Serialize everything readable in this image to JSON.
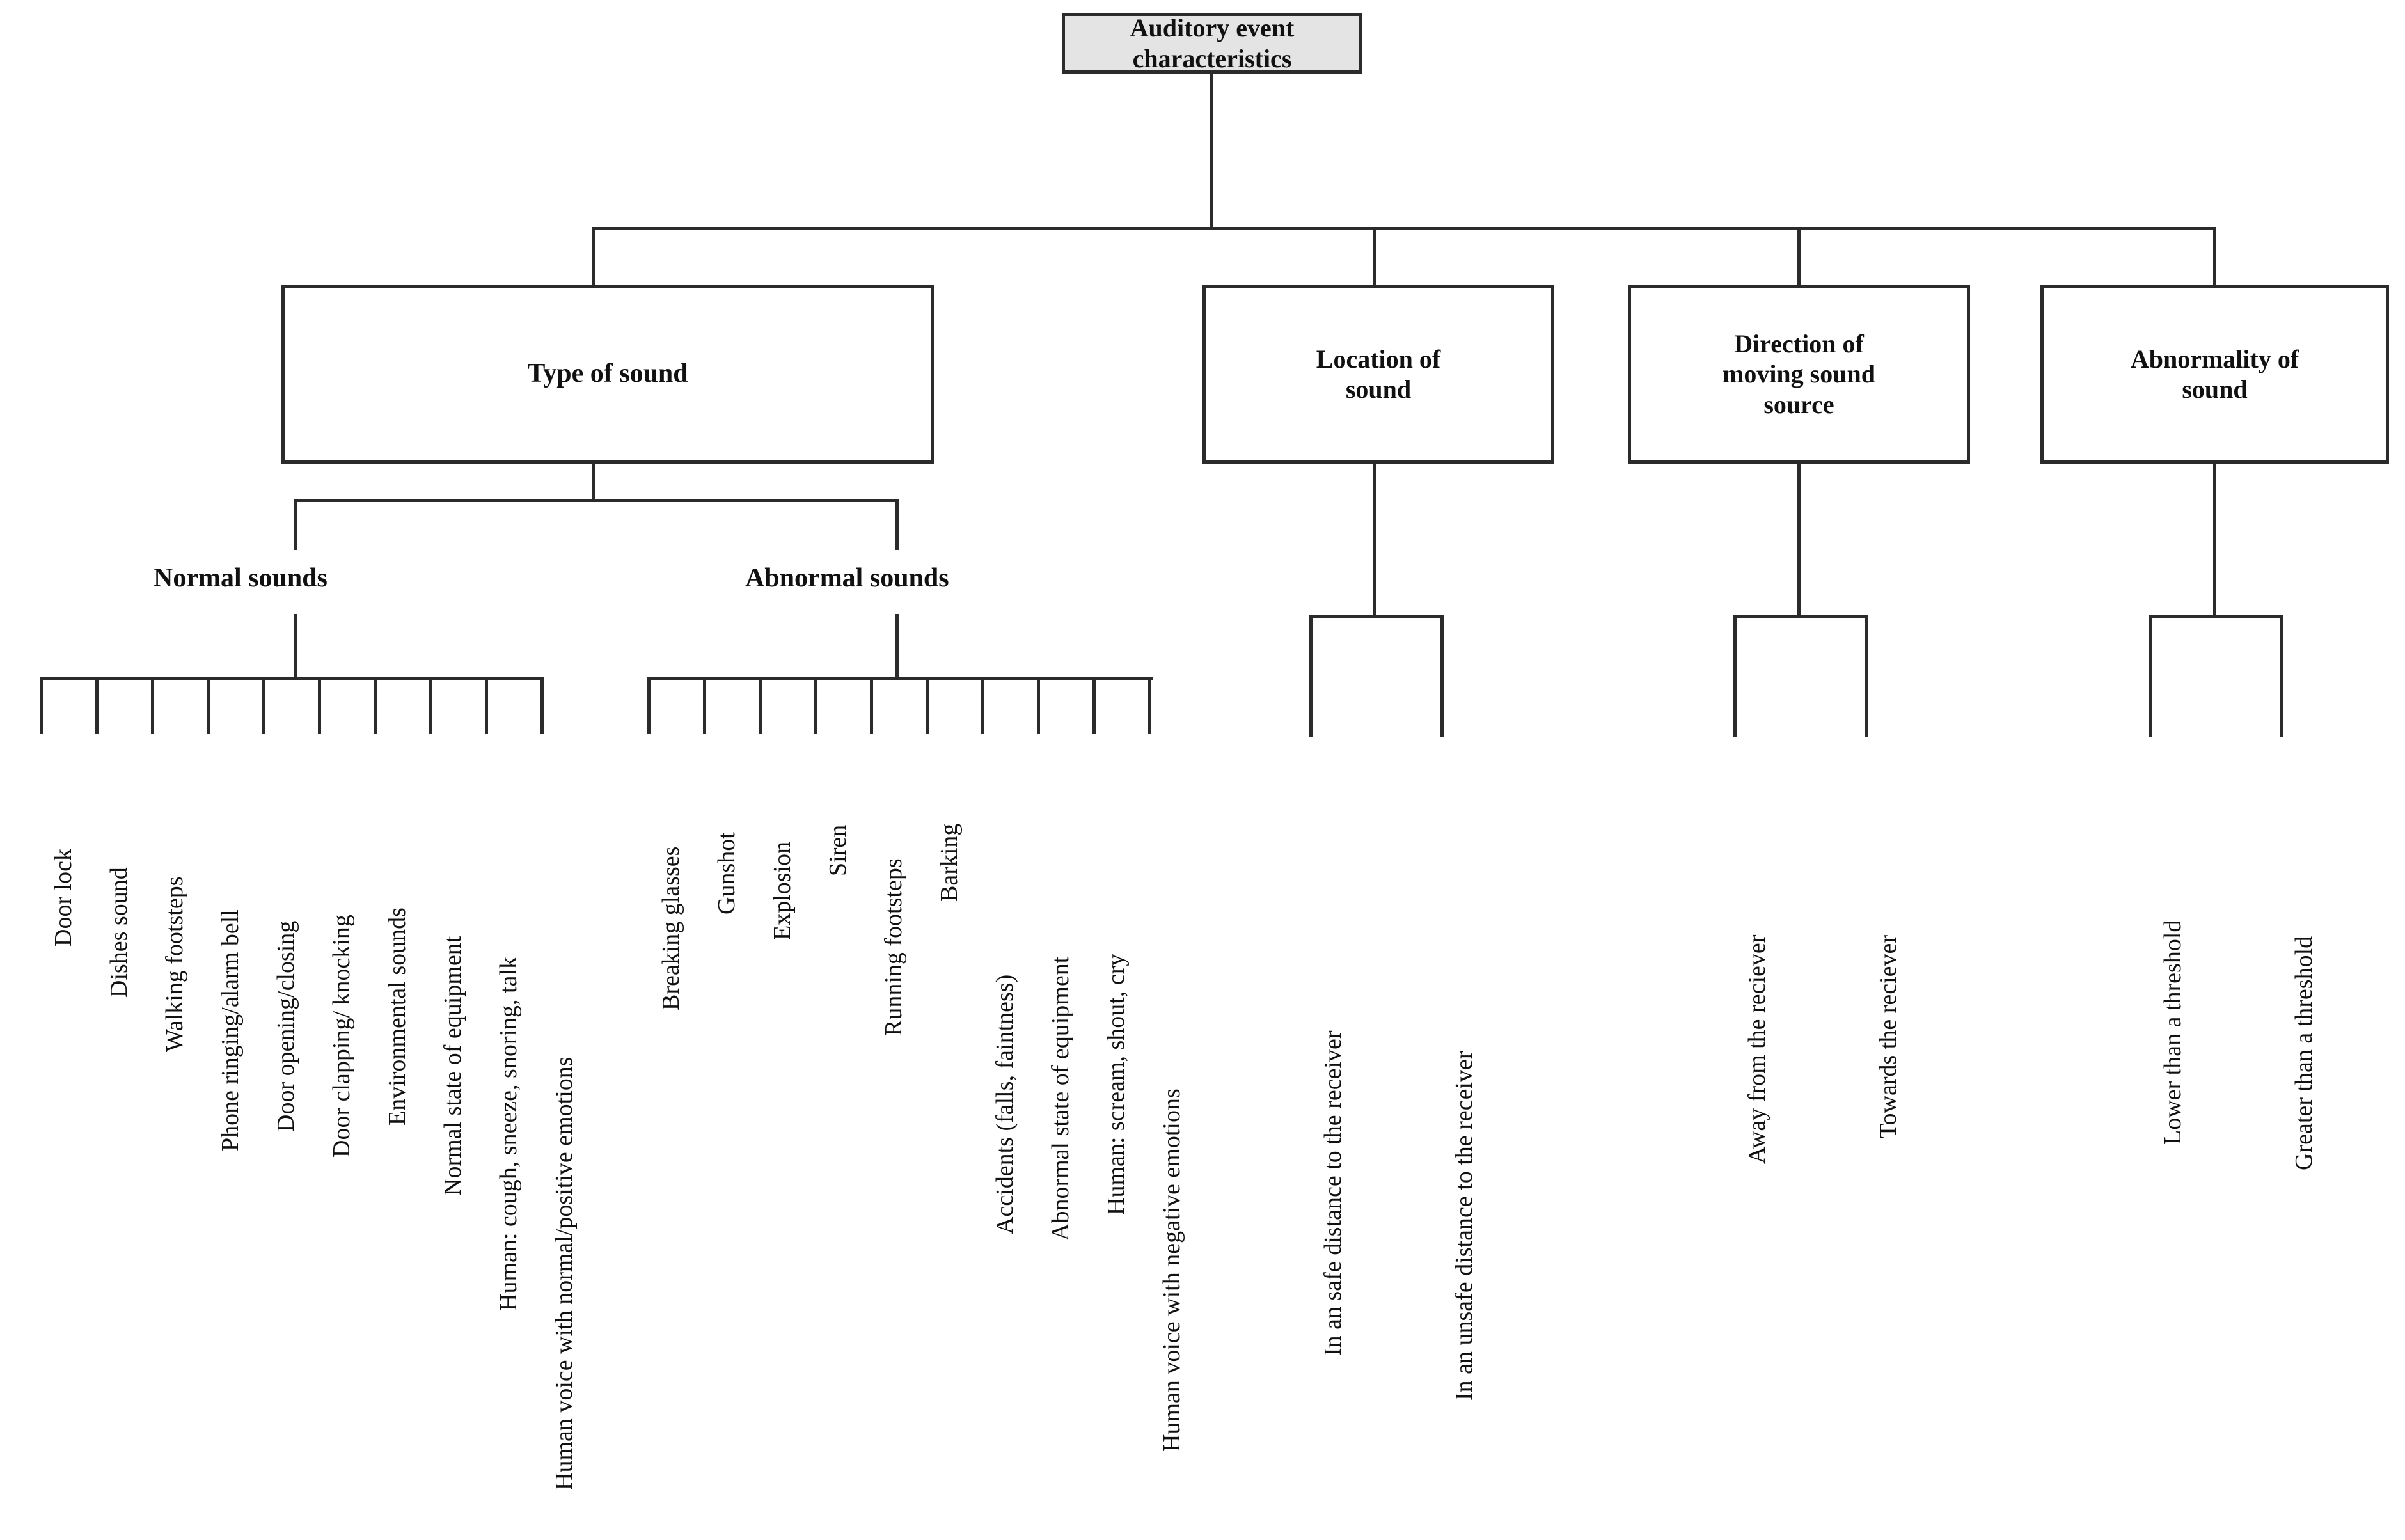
{
  "diagram": {
    "title": "Auditory event characteristics",
    "type": "tree",
    "root": {
      "label": "Auditory event characteristics"
    },
    "branches": [
      {
        "label": "Type of sound",
        "children": [
          {
            "label": "Normal sounds",
            "leaves": [
              "Door lock",
              "Dishes sound",
              "Walking footsteps",
              "Phone ringing/alarm bell",
              "Door opening/closing",
              "Door clapping/ knocking",
              "Environmental sounds",
              "Normal state of equipment",
              "Human: cough, sneeze, snoring, talk",
              "Human voice with normal/positive emotions"
            ]
          },
          {
            "label": "Abnormal sounds",
            "leaves": [
              "Breaking glasses",
              "Gunshot",
              "Explosion",
              "Siren",
              "Running footsteps",
              "Barking",
              "Accidents (falls, faintness)",
              "Abnormal state of equipment",
              "Human: scream, shout, cry",
              "Human voice with negative emotions"
            ]
          }
        ]
      },
      {
        "label": "Location of\nsound",
        "label_line1": "Location of",
        "label_line2": "sound",
        "leaves": [
          "In an safe distance to the receiver",
          "In an unsafe distance to the receiver"
        ]
      },
      {
        "label": "Direction of\nmoving sound\nsource",
        "label_line1": "Direction of",
        "label_line2": "moving sound",
        "label_line3": "source",
        "leaves": [
          "Away from the reciever",
          "Towards the reciever"
        ]
      },
      {
        "label": "Abnormality of\nsound",
        "label_line1": "Abnormality of",
        "label_line2": "sound",
        "leaves": [
          "Lower than a threshold",
          "Greater than a threshold"
        ]
      }
    ]
  },
  "colors": {
    "line": "#2b2b2b",
    "root_fill": "#e4e4e4",
    "box_fill": "#ffffff",
    "text": "#111111"
  }
}
